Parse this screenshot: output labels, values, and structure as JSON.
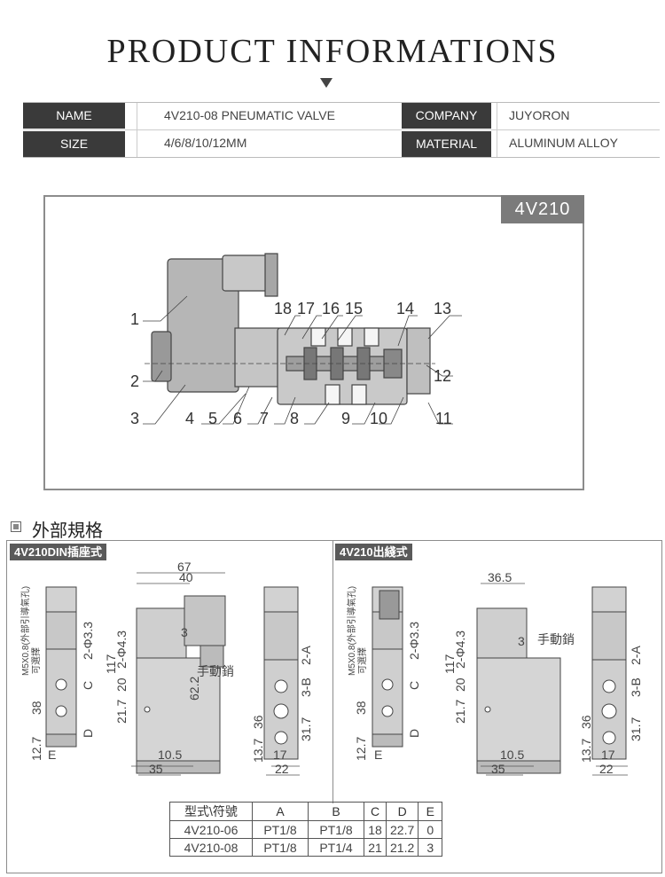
{
  "page_title": "PRODUCT INFORMATIONS",
  "spec_table": {
    "rows": [
      {
        "label1": "NAME",
        "value1": "4V210-08 PNEUMATIC VALVE",
        "label2": "COMPANY",
        "value2": "JUYORON"
      },
      {
        "label1": "SIZE",
        "value1": "4/6/8/10/12MM",
        "label2": "MATERIAL",
        "value2": "ALUMINUM ALLOY"
      }
    ]
  },
  "cross_section": {
    "model": "4V210",
    "callouts": [
      "1",
      "2",
      "3",
      "4",
      "5",
      "6",
      "7",
      "8",
      "9",
      "10",
      "11",
      "12",
      "13",
      "14",
      "15",
      "16",
      "17",
      "18"
    ]
  },
  "external_spec": {
    "title": "外部規格",
    "din_label": "4V210DIN插座式",
    "wire_label": "4V210出綫式",
    "din_dims": {
      "top": [
        "67",
        "40"
      ],
      "left": [
        "117",
        "2-Φ4.3",
        "21.7",
        "20",
        "12.7",
        "38",
        "E"
      ],
      "middle": [
        "3",
        "手動銷",
        "62.2",
        "10.5",
        "35",
        "2-Φ3.3",
        "C",
        "D",
        "M5X0.8(外部引導氣孔)",
        "可選擇"
      ],
      "right": [
        "2-A",
        "3-B",
        "31.7",
        "36",
        "13.7",
        "17",
        "22"
      ]
    },
    "wire_dims": {
      "top": [
        "36.5"
      ],
      "left": [
        "117",
        "2-Φ4.3",
        "21.7",
        "20",
        "12.7",
        "38",
        "E"
      ],
      "middle": [
        "3",
        "手動銷",
        "10.5",
        "35",
        "2-Φ3.3",
        "C",
        "D",
        "M5X0.8(外部引導氣孔)",
        "可選擇"
      ],
      "right": [
        "2-A",
        "3-B",
        "31.7",
        "36",
        "13.7",
        "17",
        "22"
      ]
    },
    "table": {
      "headers": [
        "型式\\符號",
        "A",
        "B",
        "C",
        "D",
        "E"
      ],
      "rows": [
        [
          "4V210-06",
          "PT1/8",
          "PT1/8",
          "18",
          "22.7",
          "0"
        ],
        [
          "4V210-08",
          "PT1/8",
          "PT1/4",
          "21",
          "21.2",
          "3"
        ]
      ]
    }
  }
}
